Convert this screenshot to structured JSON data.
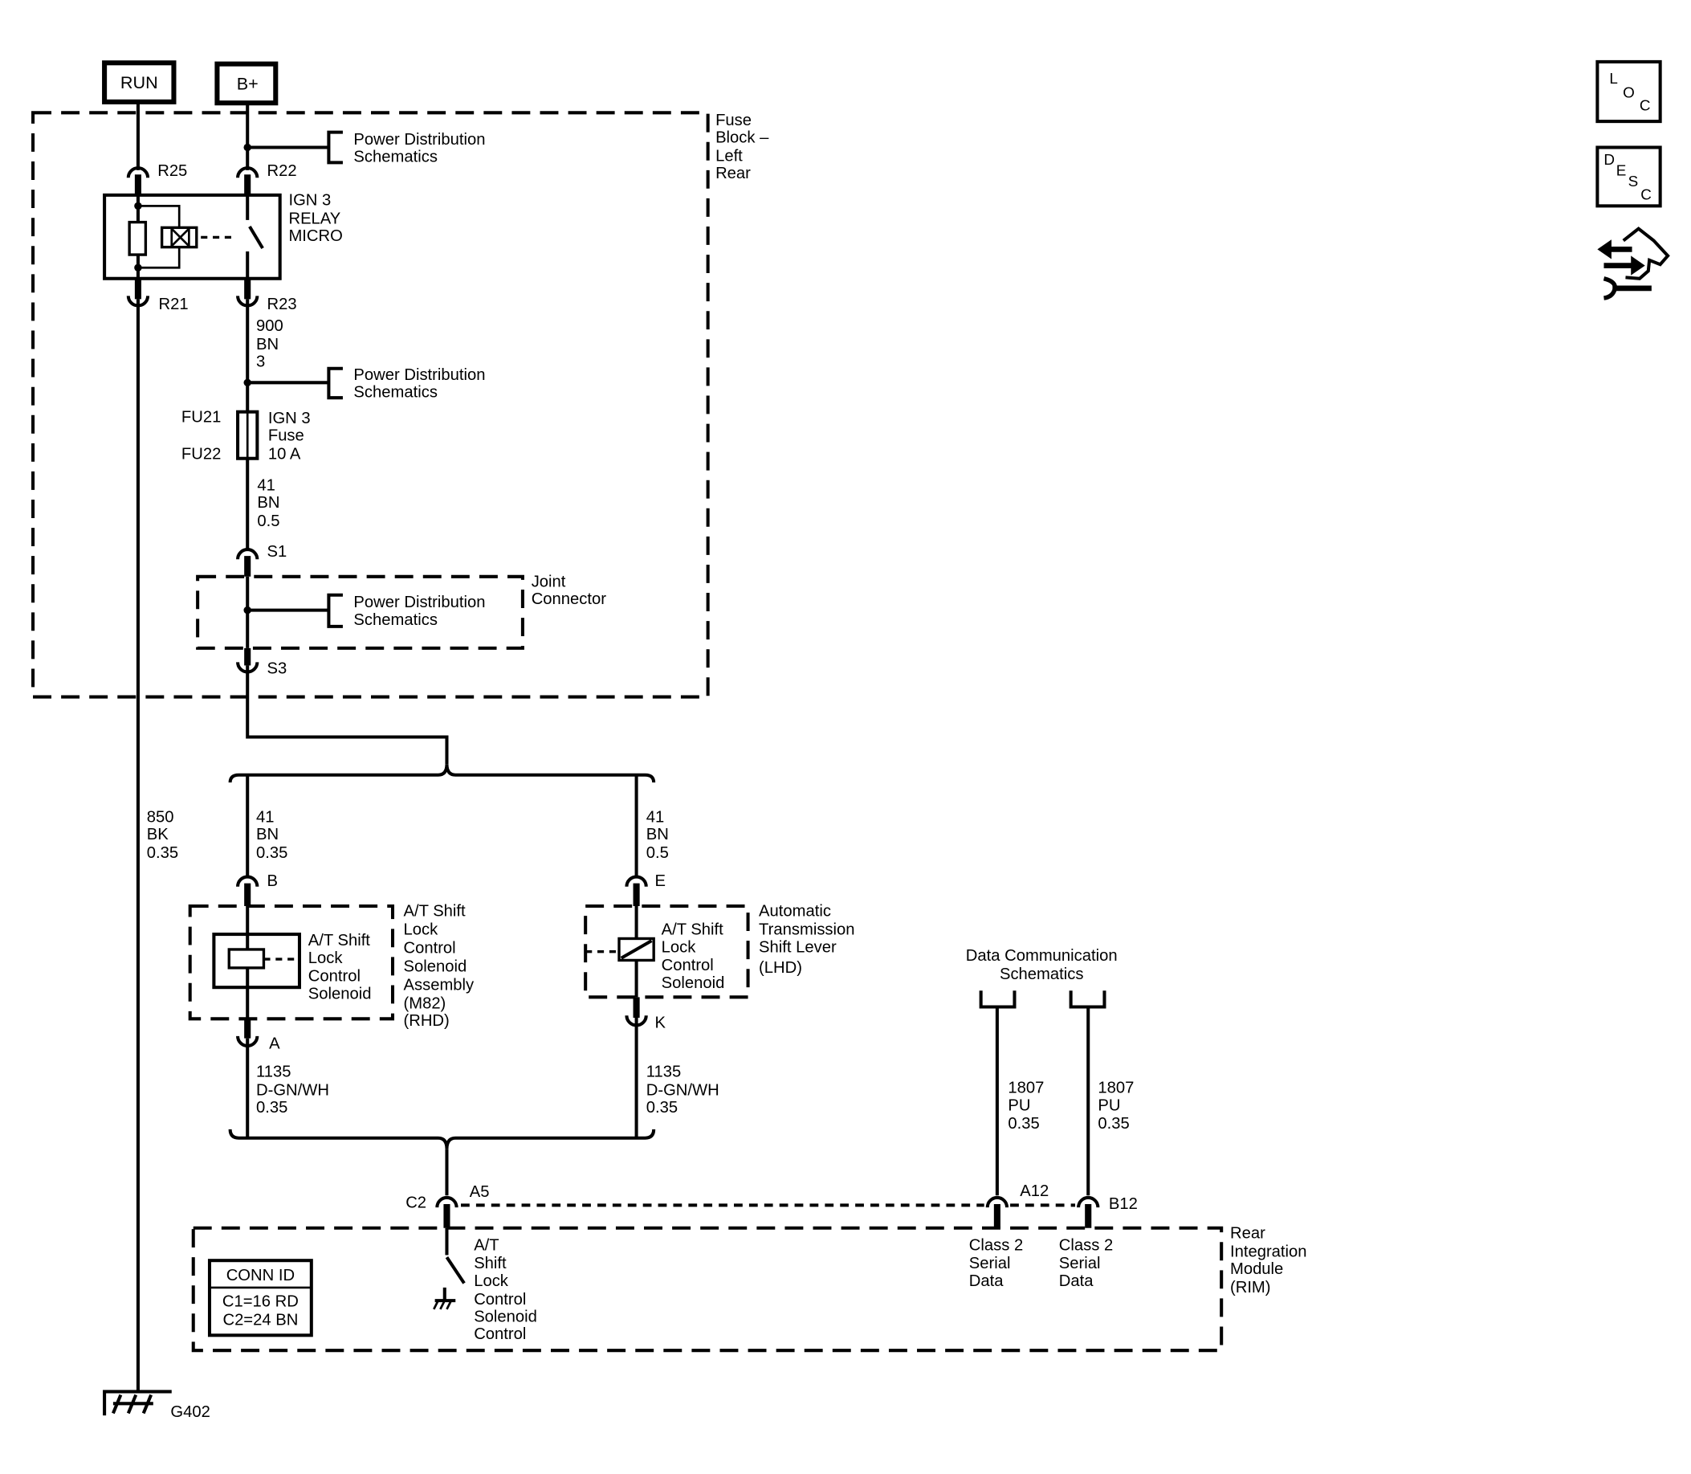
{
  "sources": {
    "run": "RUN",
    "b_plus": "B+"
  },
  "fuse_block": {
    "label": [
      "Fuse",
      "Block –",
      "Left",
      "Rear"
    ]
  },
  "power_distribution_refs": [
    [
      "Power Distribution",
      "Schematics"
    ],
    [
      "Power Distribution",
      "Schematics"
    ],
    [
      "Power Distribution",
      "Schematics"
    ]
  ],
  "connectors": {
    "r25": "R25",
    "r22": "R22",
    "r21": "R21",
    "r23": "R23",
    "s1": "S1",
    "s3": "S3",
    "b": "B",
    "a": "A",
    "e": "E",
    "k": "K",
    "c2": "C2",
    "a5": "A5",
    "a12": "A12",
    "b12": "B12"
  },
  "relay": {
    "label": [
      "IGN 3",
      "RELAY",
      "MICRO"
    ]
  },
  "fuse": {
    "cavity_top": "FU21",
    "cavity_bottom": "FU22",
    "label": [
      "IGN 3",
      "Fuse",
      "10 A"
    ]
  },
  "joint_connector": {
    "label": [
      "Joint",
      "Connector"
    ]
  },
  "wires": {
    "w900": [
      "900",
      "BN",
      "3"
    ],
    "w41_fuse": [
      "41",
      "BN",
      "0.5"
    ],
    "w850": [
      "850",
      "BK",
      "0.35"
    ],
    "w41_left": [
      "41",
      "BN",
      "0.35"
    ],
    "w41_right": [
      "41",
      "BN",
      "0.5"
    ],
    "w1135_left": [
      "1135",
      "D-GN/WH",
      "0.35"
    ],
    "w1135_right": [
      "1135",
      "D-GN/WH",
      "0.35"
    ],
    "w1807_a": [
      "1807",
      "PU",
      "0.35"
    ],
    "w1807_b": [
      "1807",
      "PU",
      "0.35"
    ]
  },
  "shift_lock_rhd": {
    "component": [
      "A/T Shift",
      "Lock",
      "Control",
      "Solenoid"
    ],
    "assembly": [
      "A/T Shift",
      "Lock",
      "Control",
      "Solenoid",
      "Assembly",
      "(M82)",
      "(RHD)"
    ]
  },
  "shift_lock_lhd": {
    "component": [
      "A/T Shift",
      "Lock",
      "Control",
      "Solenoid"
    ],
    "assembly": [
      "Automatic",
      "Transmission",
      "Shift Lever",
      "(LHD)"
    ]
  },
  "data_communication": {
    "label": [
      "Data Communication",
      "Schematics"
    ]
  },
  "rim": {
    "label": [
      "Rear",
      "Integration",
      "Module",
      "(RIM)"
    ],
    "shift_lock_output": [
      "A/T",
      "Shift",
      "Lock",
      "Control",
      "Solenoid",
      "Control"
    ],
    "serial_data_1": [
      "Class 2",
      "Serial",
      "Data"
    ],
    "serial_data_2": [
      "Class 2",
      "Serial",
      "Data"
    ]
  },
  "conn_id": {
    "title": "CONN ID",
    "c1": "C1=16 RD",
    "c2": "C2=24 BN"
  },
  "ground": {
    "id": "G402"
  },
  "nav_icons": {
    "loc_letters": [
      "L",
      "O",
      "C"
    ],
    "desc_letters": [
      "D",
      "E",
      "S",
      "C"
    ],
    "loc_icon": "location-icon",
    "desc_icon": "description-icon",
    "service_icon": "service-procedure-icon"
  }
}
